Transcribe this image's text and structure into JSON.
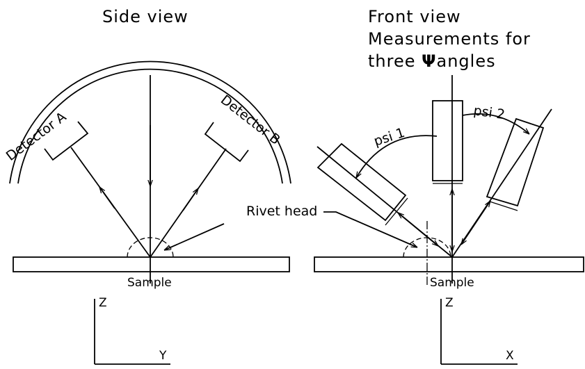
{
  "side_view": {
    "title": "Side view",
    "detector_a": "Detector A",
    "detector_b": "Detector B",
    "sample": "Sample",
    "axis_z": "Z",
    "axis_y": "Y"
  },
  "front_view": {
    "title_line1": "Front view",
    "title_line2": "Measurements for",
    "title_line3_prefix": "three ",
    "title_line3_symbol": "Ψ",
    "title_line3_suffix": "angles",
    "psi1": "psi 1",
    "psi2": "psi 2",
    "rivet_head": "Rivet head",
    "sample": "Sample",
    "axis_z": "Z",
    "axis_x": "X"
  }
}
